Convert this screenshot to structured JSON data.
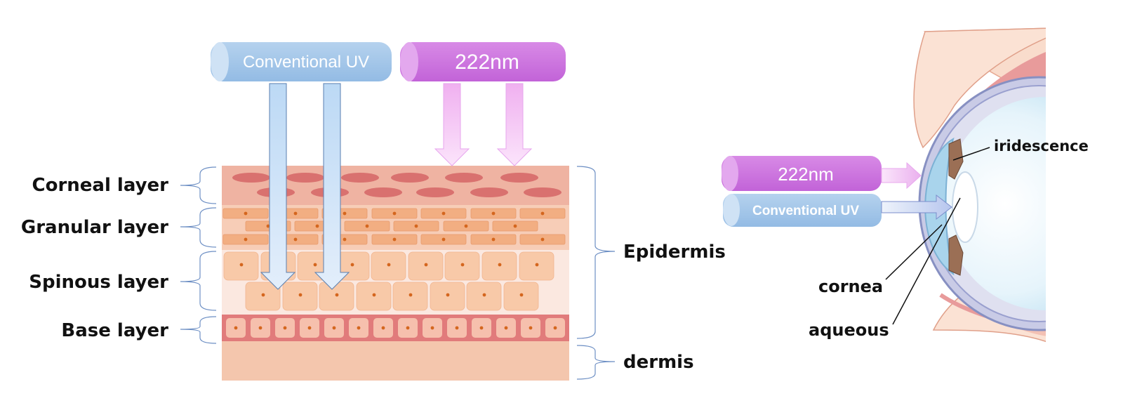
{
  "skin": {
    "layers": [
      {
        "id": "corneal",
        "label": "Corneal layer"
      },
      {
        "id": "granular",
        "label": "Granular layer"
      },
      {
        "id": "spinous",
        "label": "Spinous layer"
      },
      {
        "id": "base",
        "label": "Base layer"
      }
    ],
    "groups": {
      "epidermis": "Epidermis",
      "dermis": "dermis"
    },
    "sources": {
      "conventional": "Conventional UV",
      "far_uvc": "222nm"
    }
  },
  "eye": {
    "sources": {
      "far_uvc": "222nm",
      "conventional": "Conventional UV"
    },
    "labels": {
      "iris": "iridescence",
      "cornea": "cornea",
      "aqueous": "aqueous"
    }
  },
  "colors": {
    "conventional_uv": "#a3c6e8",
    "far_uvc": "#cc70dd",
    "corneal_bg": "#efb3a2",
    "granular_cell": "#f2ae82",
    "spinous_cell": "#f8c9a8",
    "base_band": "#e17b7b",
    "dermis": "#f4c6ad",
    "nucleus": "#d4661e"
  }
}
